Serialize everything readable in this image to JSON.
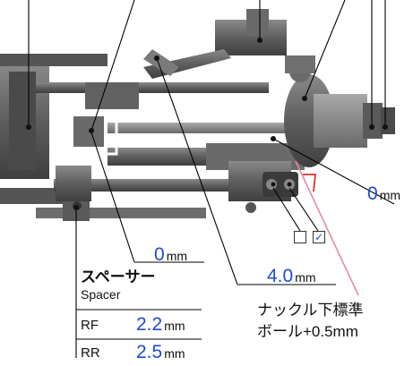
{
  "callouts": {
    "right_setting": {
      "value": "0",
      "unit": "mm"
    },
    "left_setting": {
      "value": "0",
      "unit": "mm"
    },
    "mid_setting": {
      "value": "4.0",
      "unit": "mm"
    }
  },
  "spacer": {
    "title_jp": "スペーサー",
    "title_en": "Spacer",
    "rows": [
      {
        "label": "RF",
        "value": "2.2",
        "unit": "mm"
      },
      {
        "label": "RR",
        "value": "2.5",
        "unit": "mm"
      }
    ]
  },
  "note": {
    "line1": "ナックル下標準",
    "line2": "ボール+0.5mm"
  },
  "checkboxes": [
    {
      "checked": false,
      "mark": ""
    },
    {
      "checked": true,
      "mark": "✓"
    }
  ],
  "colors": {
    "value_blue": "#1f4bd6",
    "pink_line": "#e88aa0",
    "red_line": "#e0302a"
  }
}
